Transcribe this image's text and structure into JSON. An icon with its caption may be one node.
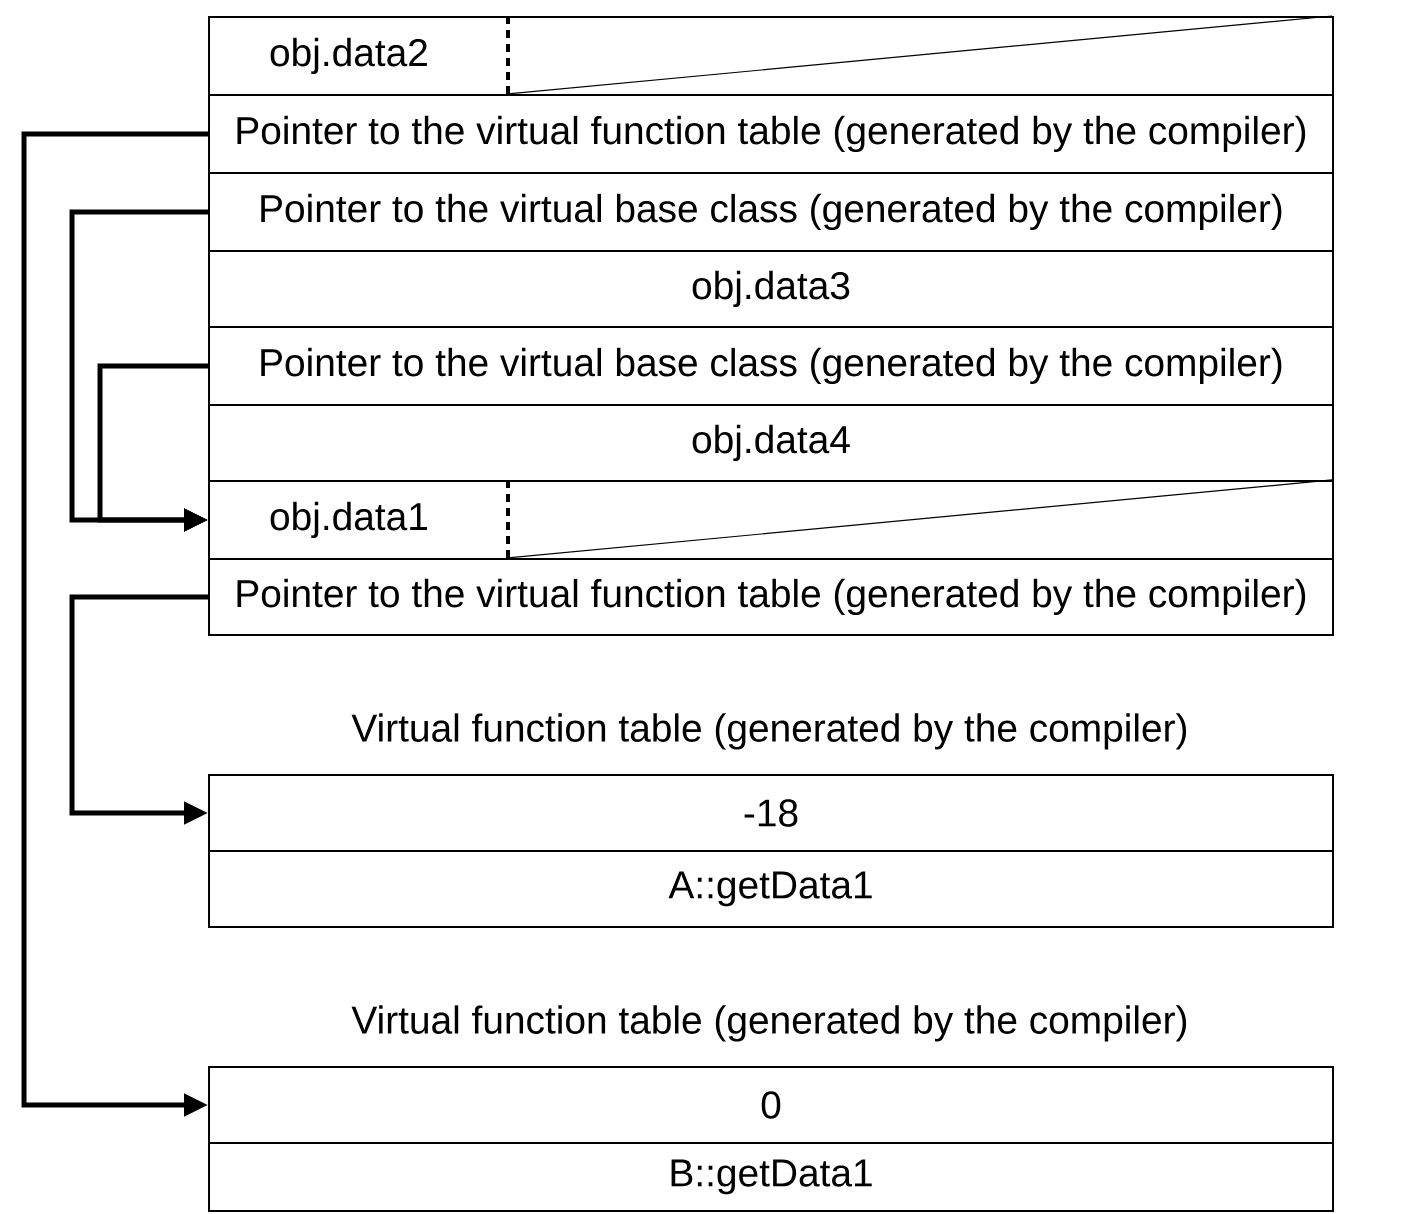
{
  "diagram": {
    "nodes": [
      {
        "text": [
          "obj.data2"
        ]
      },
      {
        "text": [
          "Pointer to the virtual function table (generated by the compiler)"
        ]
      },
      {
        "text": [
          "Pointer to the virtual base class (generated by the compiler)"
        ]
      },
      {
        "text": [
          "obj.data3"
        ]
      },
      {
        "text": [
          "Pointer to the virtual base class (generated by the compiler)"
        ]
      },
      {
        "text": [
          "obj.data4"
        ]
      },
      {
        "text": [
          "obj.data1"
        ]
      },
      {
        "text": [
          "Pointer to the virtual function table (generated by the compiler)"
        ]
      },
      {
        "text": [
          "Virtual function table (generated by the compiler)"
        ]
      },
      {
        "text": [
          "-18"
        ]
      },
      {
        "text": [
          "A::getData1"
        ]
      },
      {
        "text": [
          "Virtual function table (generated by the compiler)"
        ]
      },
      {
        "text": [
          "0"
        ]
      },
      {
        "text": [
          "B::getData1"
        ]
      }
    ],
    "edges": [
      {
        "from": 1,
        "to": 12,
        "arrow": "to"
      },
      {
        "from": 2,
        "to": 6,
        "arrow": "to"
      },
      {
        "from": 4,
        "to": 6,
        "arrow": "to"
      },
      {
        "from": 7,
        "to": 9,
        "arrow": "to"
      }
    ]
  }
}
